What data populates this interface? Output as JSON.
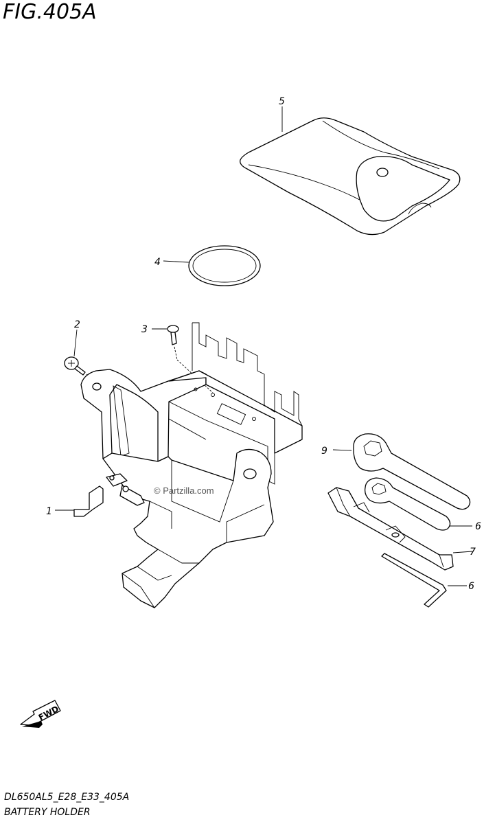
{
  "figure_title": "FIG.405A",
  "model_code": "DL650AL5_E28_E33_405A",
  "caption": "BATTERY HOLDER",
  "watermark": "© Partzilla.com",
  "footer_faint": "",
  "fwd_label": "FWD",
  "callouts": {
    "c1": "1",
    "c2": "2",
    "c3": "3",
    "c4": "4",
    "c5": "5",
    "c6a": "6",
    "c6b": "6",
    "c7": "7",
    "c9": "9"
  }
}
